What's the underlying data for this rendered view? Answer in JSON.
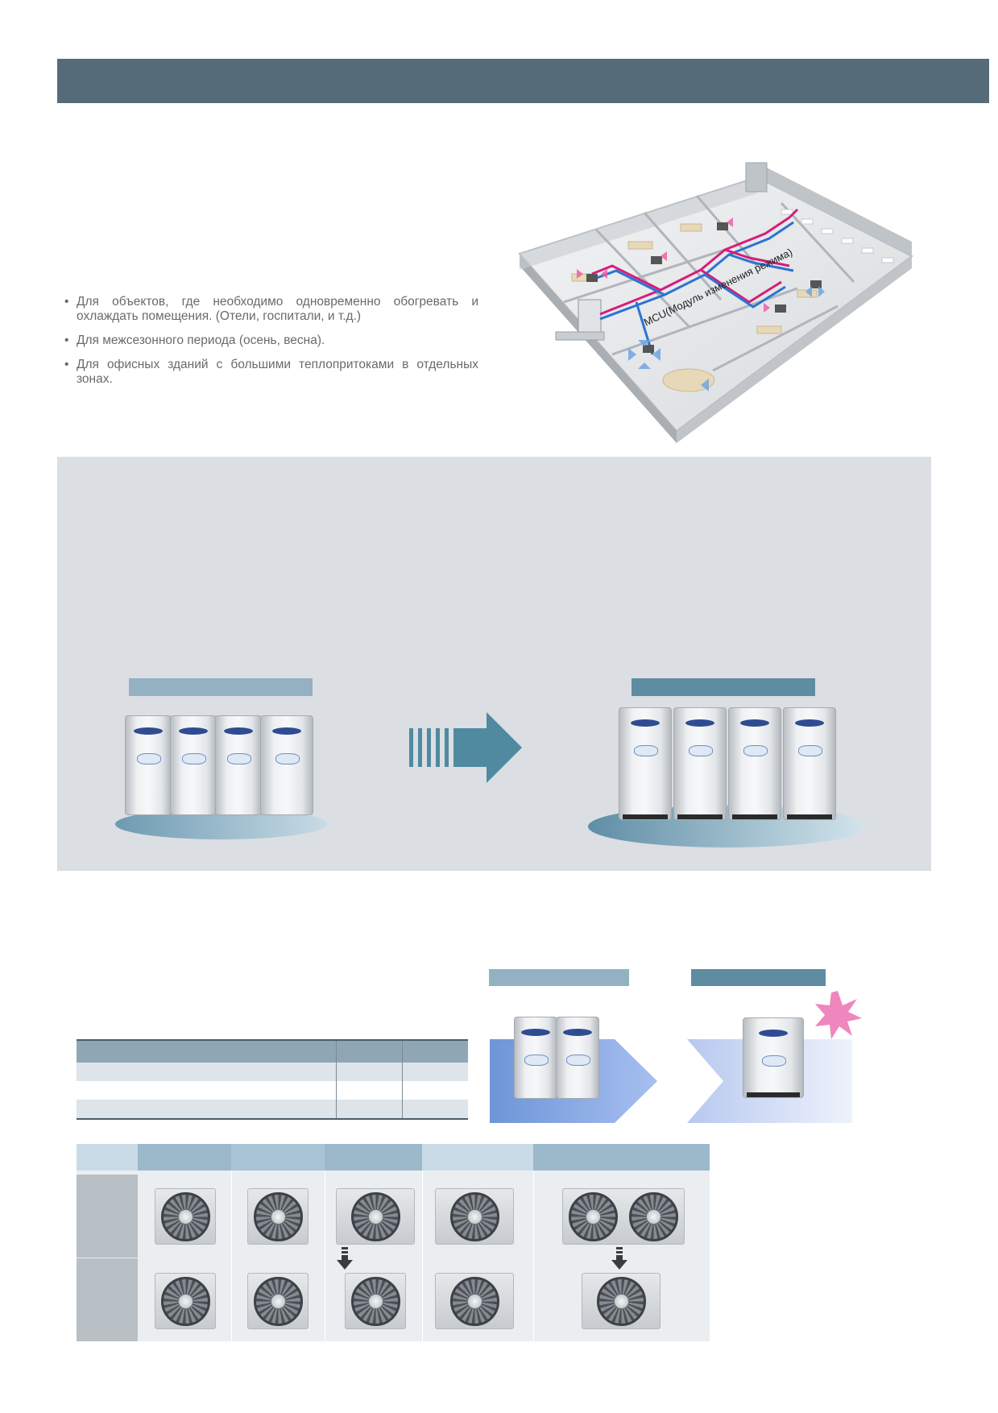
{
  "bullets": [
    "Для объектов, где необходимо одновременно обогревать и охлаждать помещения. (Отели, госпитали, и т.д.)",
    "Для межсезонного периода (осень, весна).",
    "Для офисных зданий с большими теплопритоками в  отдельных зонах."
  ],
  "diagram": {
    "mcu_label": "MCU(Модуль изменения режима)"
  },
  "colors": {
    "header": "#566b7a",
    "panel": "#dbdee2",
    "label_light": "#93b1c2",
    "label_dark": "#5e8ca0",
    "arrow": "#4f8aa0",
    "star": "#ef86bd"
  }
}
